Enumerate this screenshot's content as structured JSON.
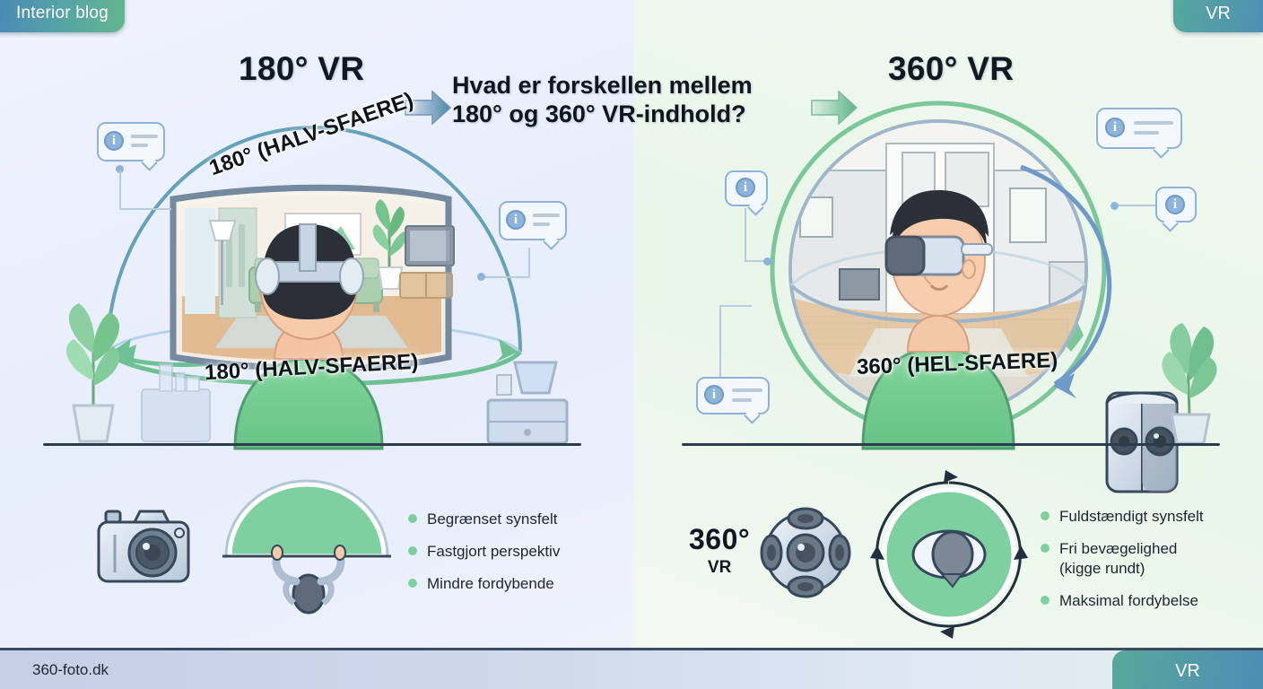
{
  "header": {
    "tab_left_label": "Interior blog",
    "tab_right_label": "VR",
    "headline_line1": "Hvad er forskellen mellem",
    "headline_line2": "180° og 360° VR-indhold?",
    "arrow_left_icon": "arrow-right-icon",
    "arrow_right_icon": "arrow-right-icon"
  },
  "left_panel": {
    "title": "180° VR",
    "arc_label_top": "180° (HALV-SFAERE)",
    "arc_label_bottom": "180° (HALV-SFAERE)",
    "bullets": [
      "Begrænset synsfelt",
      "Fastgjort perspektiv",
      "Mindre fordybende"
    ],
    "camera_icon": "dslr-camera-icon",
    "dome_icon": "half-dome-diagram-icon",
    "scene_icon": "person-vr-headset-curved-screen-illustration",
    "plant_icon": "potted-plant-icon",
    "sideboard_icon": "sideboard-with-lamp-icon",
    "bubbles": [
      "info-bubble",
      "info-bubble"
    ],
    "accent": "#6f9ac8",
    "dome_fill": "#7ed0a0",
    "bg": "#e9f0fb"
  },
  "right_panel": {
    "title": "360° VR",
    "arc_label_bottom": "360° (HEL-SFAERE)",
    "bullets": [
      "Fuldstændigt synsfelt",
      "Fri bevægelighed\n(kigge rundt)",
      "Maksimal fordybelse"
    ],
    "bullets_flat": [
      "Fuldstændigt synsfelt",
      "Fri bevægelighed",
      "(kigge rundt)",
      "Maksimal fordybelse"
    ],
    "badge_big": "360°",
    "badge_small": "VR",
    "camera_ball_icon": "360-camera-ball-icon",
    "sphere_icon": "full-sphere-rotation-diagram-icon",
    "scene_icon": "person-vr-headset-sphere-illustration",
    "cylinder_camera_icon": "360-cylinder-camera-icon",
    "plant_icon": "potted-plant-icon",
    "bubbles": [
      "info-bubble",
      "info-bubble",
      "info-bubble"
    ],
    "accent": "#6fbf8f",
    "sphere_fill": "#7ed0a0",
    "bg": "#eef7ee"
  },
  "footer": {
    "url": "360-foto.dk",
    "badge_label": "VR"
  }
}
